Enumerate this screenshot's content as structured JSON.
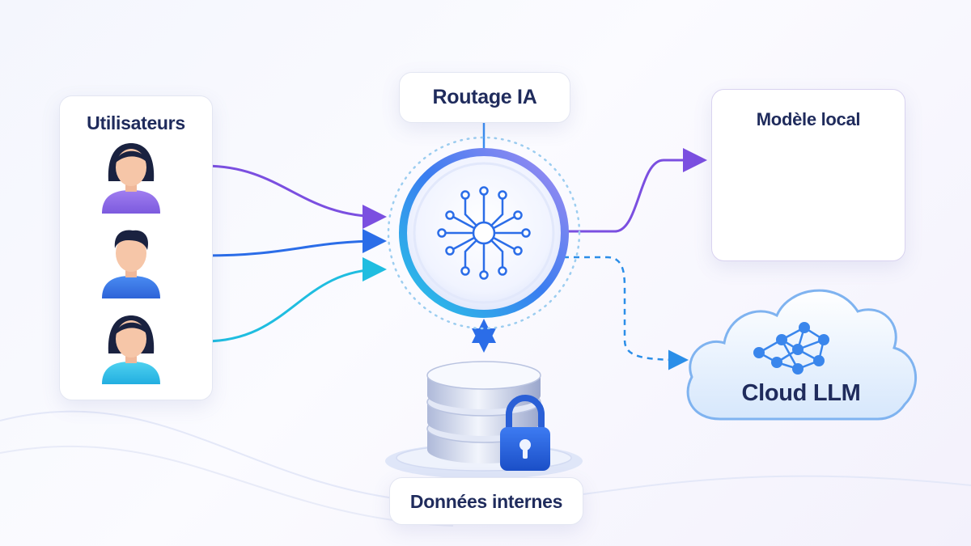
{
  "users": {
    "title": "Utilisateurs"
  },
  "router": {
    "title": "Routage IA"
  },
  "local_model": {
    "title": "Modèle local"
  },
  "cloud": {
    "title": "Cloud LLM"
  },
  "data": {
    "title": "Données internes"
  },
  "colors": {
    "purple": "#7b4fe0",
    "blue": "#2b6de8",
    "cyan": "#1fbde0",
    "navy": "#1f2b5c"
  }
}
